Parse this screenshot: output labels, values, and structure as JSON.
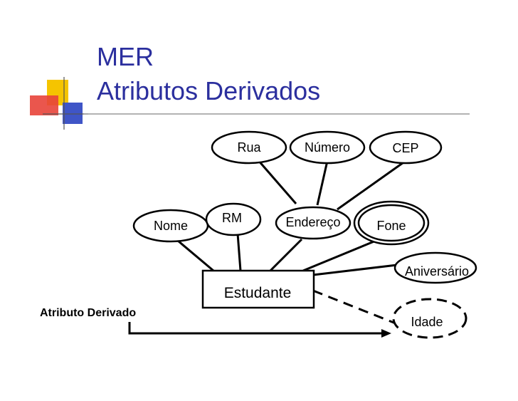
{
  "slide": {
    "title_line1": "MER",
    "title_line2": "Atributos Derivados"
  },
  "diagram": {
    "entity": "Estudante",
    "attributes": {
      "rua": "Rua",
      "numero": "Número",
      "cep": "CEP",
      "nome": "Nome",
      "rm": "RM",
      "endereco": "Endereço",
      "fone": "Fone",
      "aniversario": "Aniversário",
      "idade": "Idade"
    },
    "annotation": "Atributo Derivado"
  },
  "colors": {
    "title": "#2b2f9e",
    "logo_yellow": "#f5c400",
    "logo_red": "#e8443a",
    "logo_blue": "#3f55c7",
    "rule": "#9a9a9a",
    "ink": "#000000"
  }
}
